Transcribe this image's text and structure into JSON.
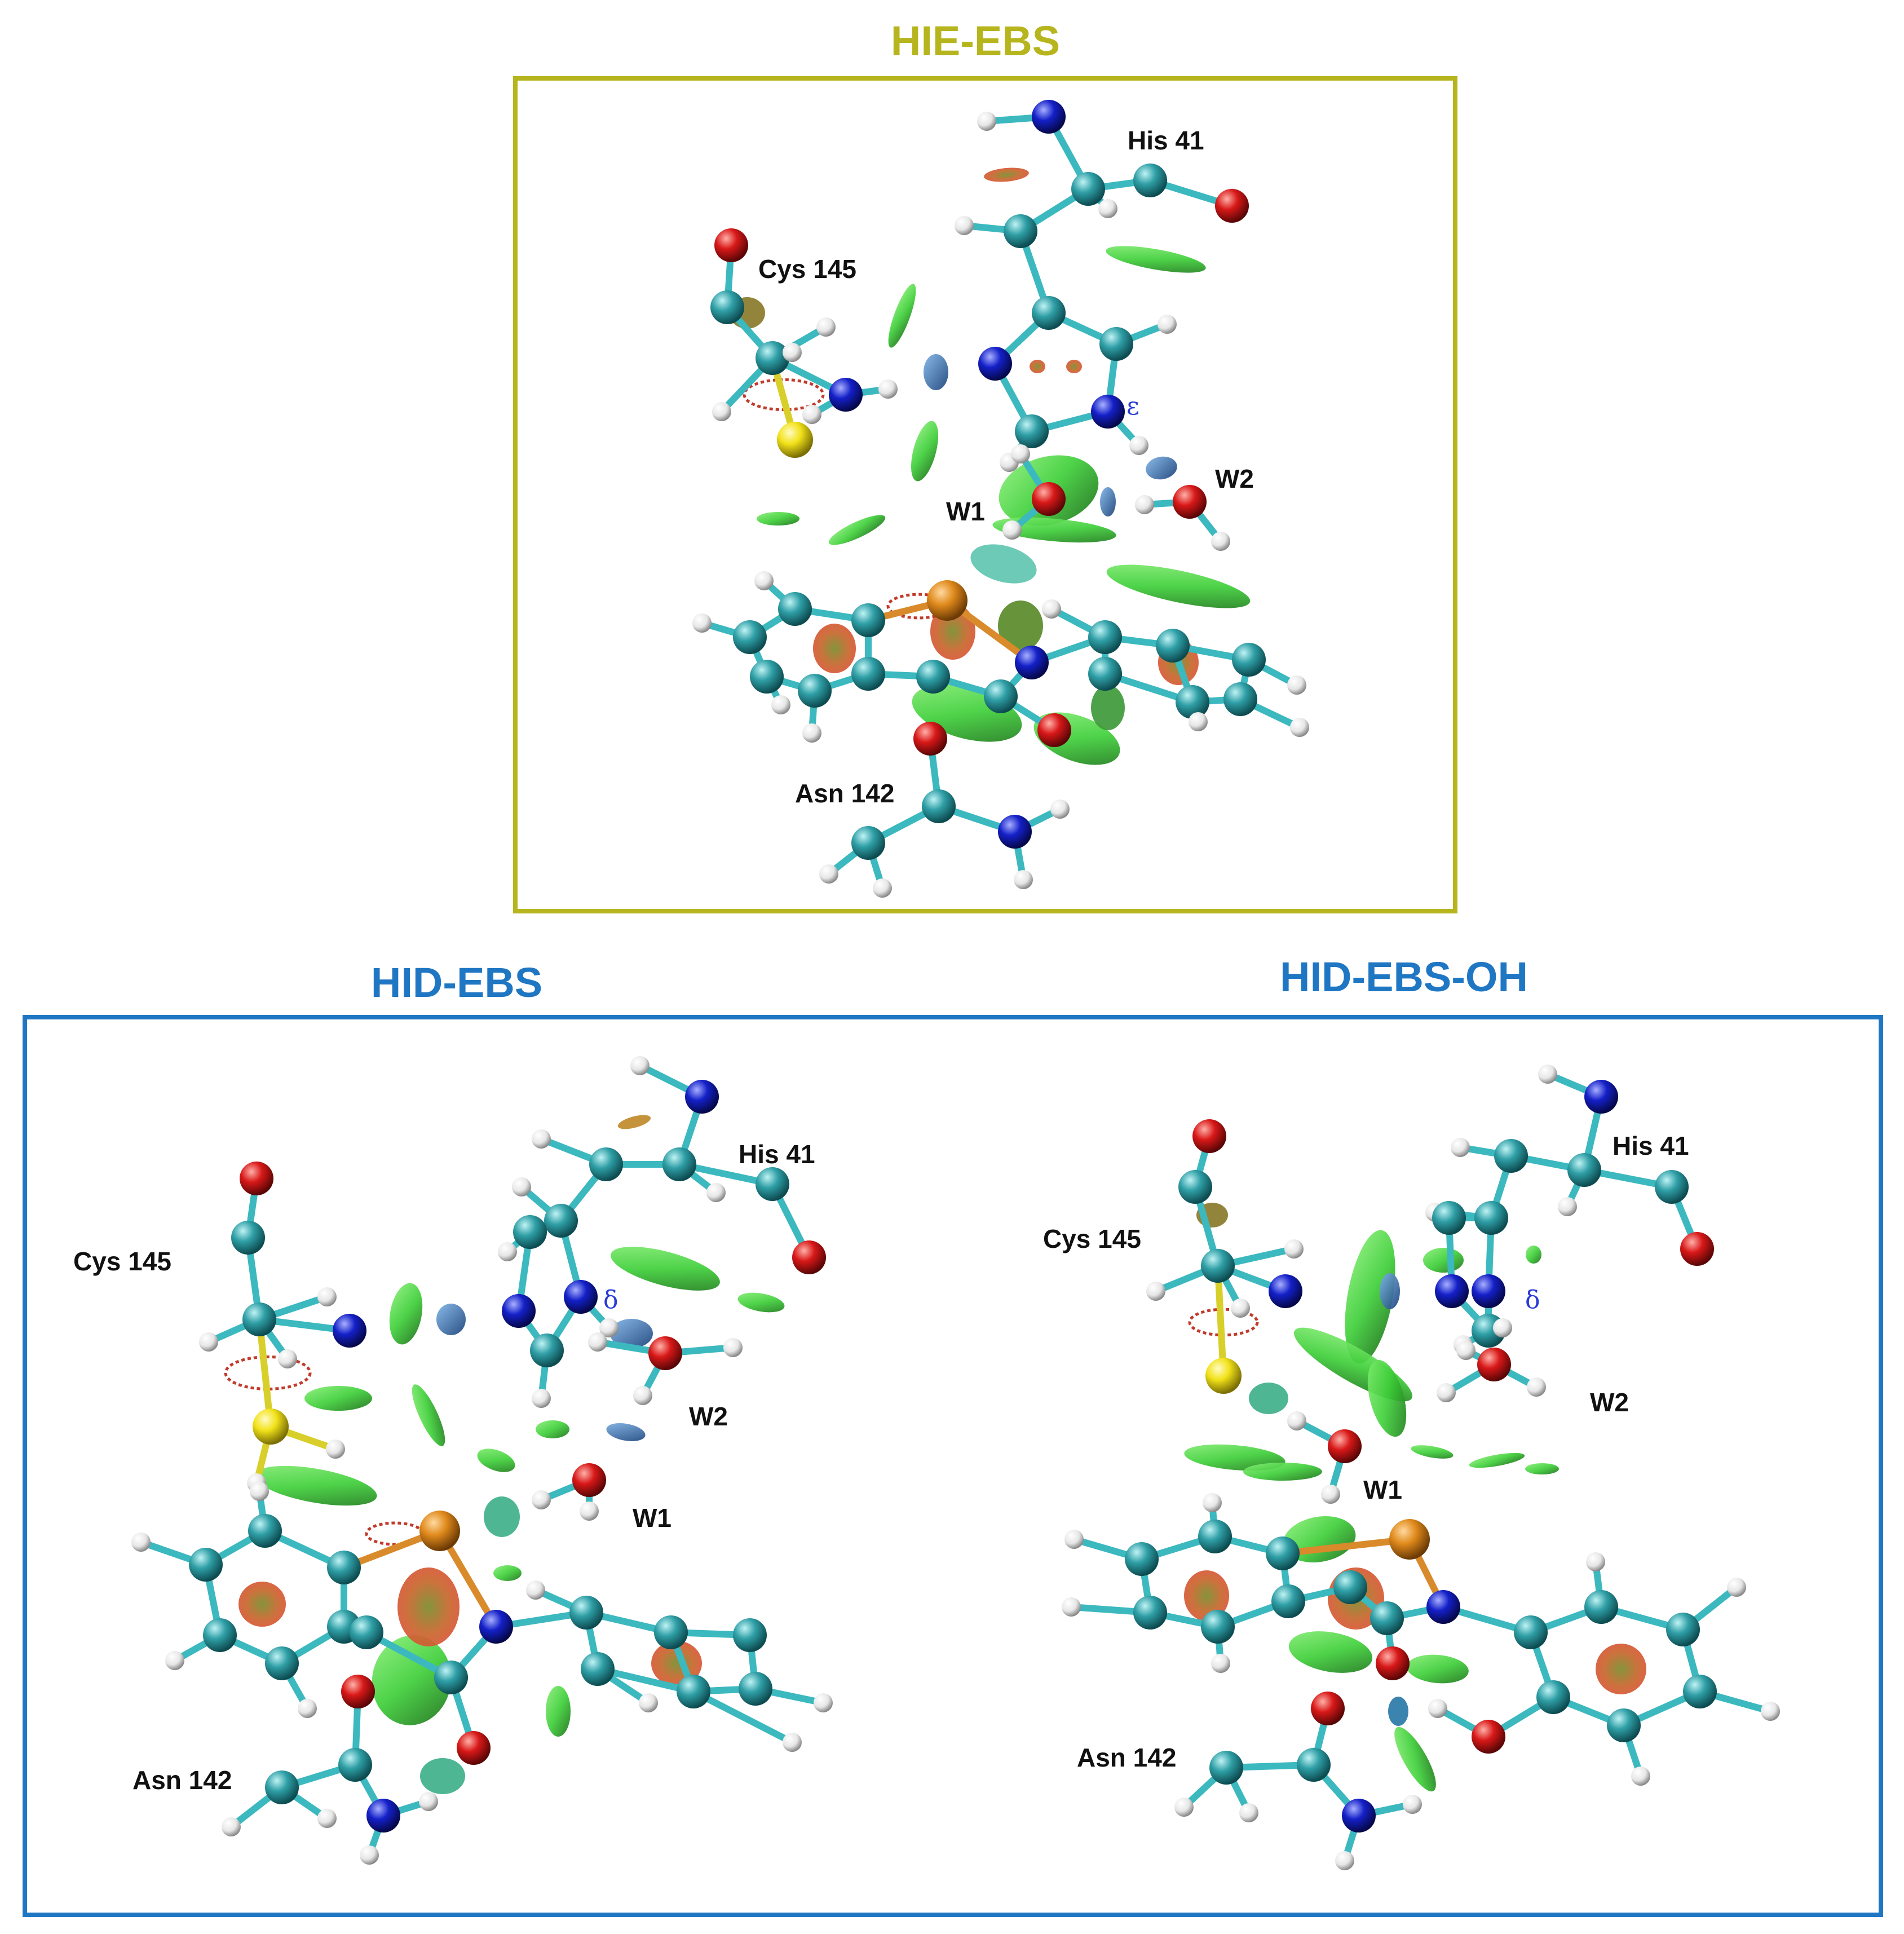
{
  "panels": {
    "hie": {
      "title": "HIE-EBS",
      "color": "#b7b51e",
      "labels": {
        "his": "His 41",
        "cys": "Cys 145",
        "asn": "Asn 142",
        "w1": "W1",
        "w2": "W2",
        "tautomer": "ε"
      }
    },
    "hid": {
      "title": "HID-EBS",
      "color": "#1f77c4",
      "labels": {
        "his": "His 41",
        "cys": "Cys 145",
        "asn": "Asn 142",
        "w1": "W1",
        "w2": "W2",
        "tautomer": "δ"
      }
    },
    "hidoh": {
      "title": "HID-EBS-OH",
      "color": "#1f77c4",
      "labels": {
        "his": "His 41",
        "cys": "Cys 145",
        "asn": "Asn 142",
        "w1": "W1",
        "w2": "W2",
        "tautomer": "δ"
      }
    }
  },
  "colors": {
    "carbon": "#2f9fa6",
    "oxygen": "#d81818",
    "nitrogen": "#1420c8",
    "hydrogen": "#eeeeee",
    "sulfur": "#f2e21a",
    "selenium": "#e08a1c",
    "bond": "#3cb8bf",
    "nci_green": "#3fcf3a",
    "nci_blue": "#2a5fa8",
    "nci_red": "#d9402a"
  }
}
